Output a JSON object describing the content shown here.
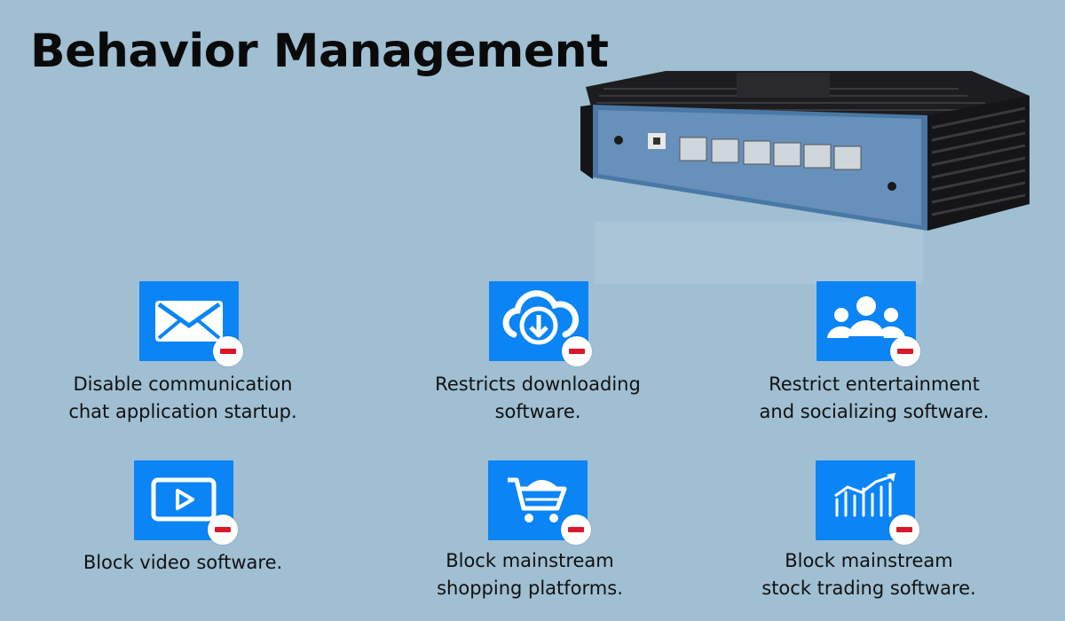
{
  "title": "Behavior Management",
  "colors": {
    "background": "#a0bfd2",
    "icon_tile": "#0b84f6",
    "block_badge": "#d8192a"
  },
  "device": {
    "label": "fanless mini PC with six ethernet ports"
  },
  "features": [
    {
      "icon": "mail-icon",
      "line1": "Disable communication",
      "line2": "chat application startup."
    },
    {
      "icon": "cloud-download-icon",
      "line1": "Restricts downloading",
      "line2": "software."
    },
    {
      "icon": "users-icon",
      "line1": "Restrict entertainment",
      "line2": "and socializing software."
    },
    {
      "icon": "video-play-icon",
      "line1": "Block video software.",
      "line2": ""
    },
    {
      "icon": "shopping-cart-icon",
      "line1": "Block mainstream",
      "line2": "shopping platforms."
    },
    {
      "icon": "stock-chart-icon",
      "line1": "Block mainstream",
      "line2": "stock trading software."
    }
  ]
}
